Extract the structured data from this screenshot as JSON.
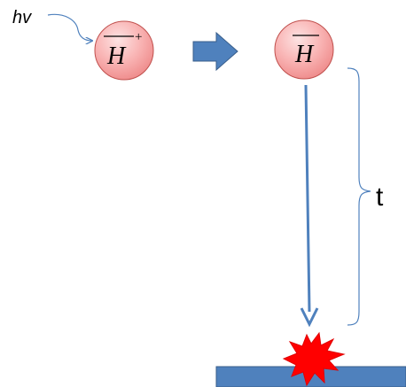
{
  "photon_label": "hv",
  "ion": {
    "symbol": "H",
    "charge": "+",
    "fill_color": "#f7a9a9",
    "stroke_color": "#c0504d"
  },
  "atom": {
    "symbol": "H",
    "fill_color": "#f7a9a9",
    "stroke_color": "#c0504d"
  },
  "time_label": "t",
  "colors": {
    "arrow": "#4f81bd",
    "arrow_stroke": "#385d8a",
    "photon_line": "#4f81bd",
    "bracket": "#4f81bd",
    "impact": "#ff0000",
    "surface": "#4f81bd"
  },
  "icons": {
    "transition": "right-block-arrow-icon",
    "impact": "explosion-burst-icon"
  }
}
